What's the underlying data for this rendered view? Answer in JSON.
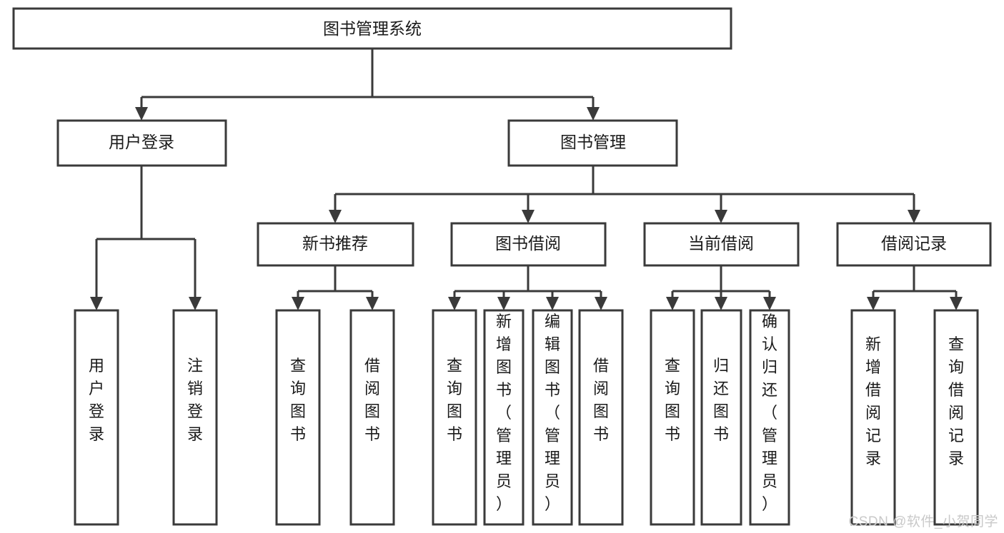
{
  "diagram": {
    "type": "tree-structure-chart",
    "title": "图书管理系统",
    "watermark": "CSDN @软件_小贺同学",
    "colors": {
      "stroke": "#3a3a3a",
      "fill": "#ffffff",
      "text": "#1a1a1a",
      "watermark": "#c9c9c9",
      "background": "#ffffff"
    },
    "levels": [
      {
        "level": 1,
        "nodes": [
          {
            "id": "root",
            "label": "图书管理系统",
            "orientation": "horizontal"
          }
        ]
      },
      {
        "level": 2,
        "nodes": [
          {
            "id": "user-login",
            "label": "用户登录",
            "orientation": "horizontal",
            "parent": "root"
          },
          {
            "id": "book-manage",
            "label": "图书管理",
            "orientation": "horizontal",
            "parent": "root"
          }
        ]
      },
      {
        "level": 3,
        "nodes": [
          {
            "id": "new-book-rec",
            "label": "新书推荐",
            "orientation": "horizontal",
            "parent": "book-manage"
          },
          {
            "id": "book-borrow",
            "label": "图书借阅",
            "orientation": "horizontal",
            "parent": "book-manage"
          },
          {
            "id": "current-borrow",
            "label": "当前借阅",
            "orientation": "horizontal",
            "parent": "book-manage"
          },
          {
            "id": "borrow-record",
            "label": "借阅记录",
            "orientation": "horizontal",
            "parent": "book-manage"
          }
        ]
      },
      {
        "level": 4,
        "nodes": [
          {
            "id": "leaf-user-login",
            "label": "用户登录",
            "orientation": "vertical",
            "parent": "user-login"
          },
          {
            "id": "leaf-user-logout",
            "label": "注销登录",
            "orientation": "vertical",
            "parent": "user-login"
          },
          {
            "id": "leaf-rec-query",
            "label": "查询图书",
            "orientation": "vertical",
            "parent": "new-book-rec"
          },
          {
            "id": "leaf-rec-borrow",
            "label": "借阅图书",
            "orientation": "vertical",
            "parent": "new-book-rec"
          },
          {
            "id": "leaf-borrow-query",
            "label": "查询图书",
            "orientation": "vertical",
            "parent": "book-borrow"
          },
          {
            "id": "leaf-borrow-add",
            "label": "新增图书（管理员）",
            "orientation": "vertical",
            "parent": "book-borrow"
          },
          {
            "id": "leaf-borrow-edit",
            "label": "编辑图书（管理员）",
            "orientation": "vertical",
            "parent": "book-borrow"
          },
          {
            "id": "leaf-borrow-lend",
            "label": "借阅图书",
            "orientation": "vertical",
            "parent": "book-borrow"
          },
          {
            "id": "leaf-cur-query",
            "label": "查询图书",
            "orientation": "vertical",
            "parent": "current-borrow"
          },
          {
            "id": "leaf-cur-return",
            "label": "归还图书",
            "orientation": "vertical",
            "parent": "current-borrow"
          },
          {
            "id": "leaf-cur-confirm",
            "label": "确认归还（管理员）",
            "orientation": "vertical",
            "parent": "current-borrow"
          },
          {
            "id": "leaf-rec-add",
            "label": "新增借阅记录",
            "orientation": "vertical",
            "parent": "borrow-record"
          },
          {
            "id": "leaf-rec-query2",
            "label": "查询借阅记录",
            "orientation": "vertical",
            "parent": "borrow-record"
          }
        ]
      }
    ]
  }
}
